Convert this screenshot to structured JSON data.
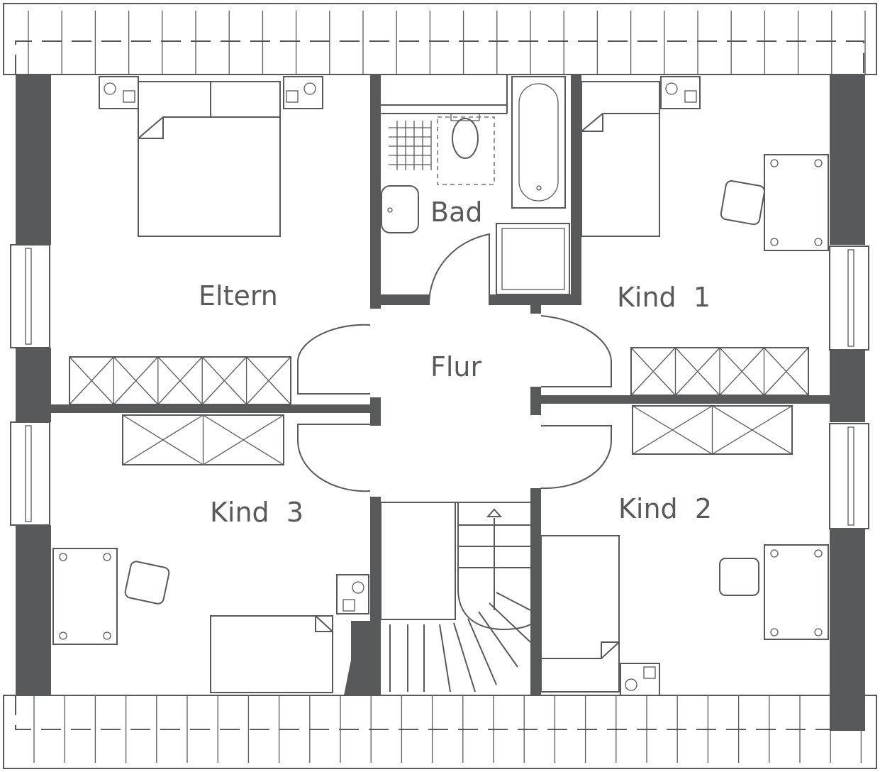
{
  "plan": {
    "rooms": {
      "eltern": "Eltern",
      "bad": "Bad",
      "kind1": "Kind  1",
      "flur": "Flur",
      "kind3": "Kind  3",
      "kind2": "Kind  2"
    },
    "colors": {
      "line": "#58595b",
      "background": "#ffffff"
    }
  }
}
